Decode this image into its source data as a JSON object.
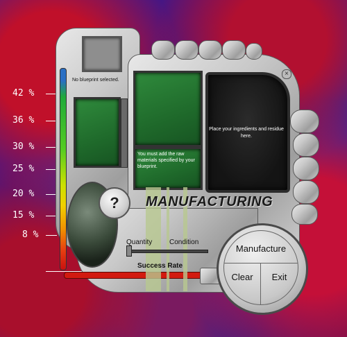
{
  "gauge": {
    "labels": [
      "42 %",
      "36 %",
      "30 %",
      "25 %",
      "20 %",
      "15 %",
      "8 %"
    ]
  },
  "blueprint": {
    "status": "No blueprint selected."
  },
  "messages": {
    "raw_materials": "You must add the raw materials specified by your blueprint.",
    "ingredients": "Place your ingredients and residue here."
  },
  "help": {
    "label": "?"
  },
  "title": "MANUFACTURING",
  "sliders": {
    "quantity_label": "Quantity",
    "condition_label": "Condition"
  },
  "success_rate_label": "Success Rate",
  "buttons": {
    "manufacture": "Manufacture",
    "clear": "Clear",
    "exit": "Exit"
  },
  "close": {
    "label": "×"
  }
}
